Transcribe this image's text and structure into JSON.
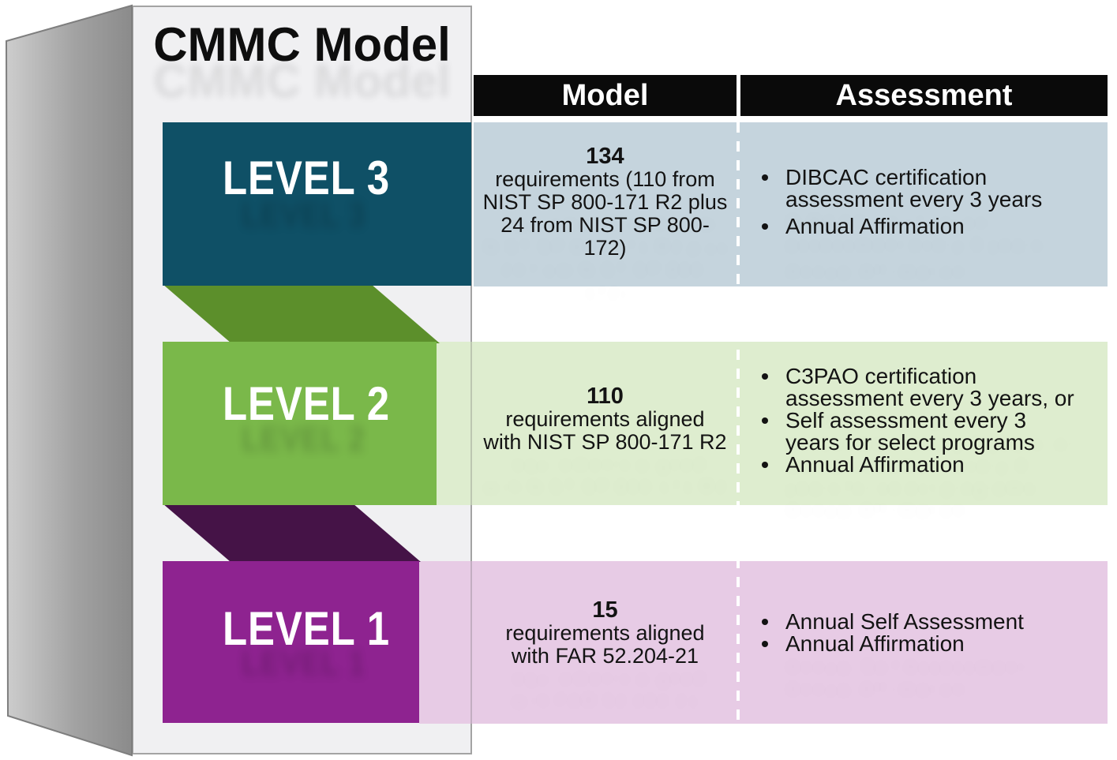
{
  "title": "CMMC Model",
  "header": {
    "model": "Model",
    "assessment": "Assessment"
  },
  "levels": [
    {
      "label": "LEVEL 3",
      "count": "134",
      "model_text": "requirements (110 from\nNIST SP 800-171 R2 plus\n24 from NIST SP 800-\n172)",
      "assessment": [
        "DIBCAC certification\nassessment every 3 years",
        "Annual Affirmation"
      ],
      "block_color": "#0f5066",
      "row_color": "#c5d4dd"
    },
    {
      "label": "LEVEL 2",
      "count": "110",
      "model_text": "requirements aligned\nwith NIST SP 800-171 R2",
      "assessment": [
        "C3PAO certification\nassessment every 3 years, or",
        "Self assessment every 3\nyears for select programs",
        "Annual Affirmation"
      ],
      "block_color": "#7ab84a",
      "fold_color": "#5c8f2b",
      "row_color": "#deedcf"
    },
    {
      "label": "LEVEL 1",
      "count": "15",
      "model_text": "requirements aligned\nwith FAR 52.204-21",
      "assessment": [
        "Annual Self Assessment",
        "Annual Affirmation"
      ],
      "block_color": "#8e2390",
      "fold_color": "#451347",
      "row_color": "#e7cbe5"
    }
  ]
}
